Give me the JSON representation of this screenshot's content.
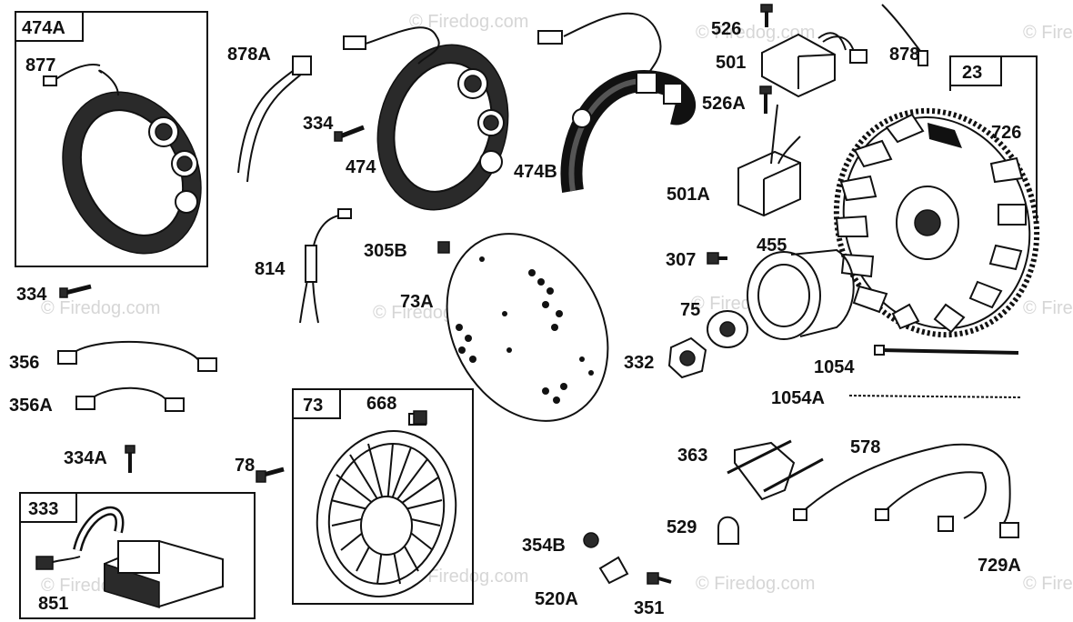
{
  "watermark": "© Firedog.com",
  "boxes": {
    "box_474A": "474A",
    "box_23": "23",
    "box_73": "73",
    "box_333": "333"
  },
  "labels": {
    "p877": "877",
    "p878A": "878A",
    "p334a": "334",
    "p474": "474",
    "p474B": "474B",
    "p526": "526",
    "p501": "501",
    "p878": "878",
    "p526A": "526A",
    "p726": "726",
    "p501A": "501A",
    "p814": "814",
    "p305B": "305B",
    "p307": "307",
    "p455": "455",
    "p334b": "334",
    "p73A": "73A",
    "p75": "75",
    "p332": "332",
    "p1054": "1054",
    "p356": "356",
    "p356A": "356A",
    "p1054A": "1054A",
    "p668": "668",
    "p334A": "334A",
    "p363": "363",
    "p578": "578",
    "p78": "78",
    "p529": "529",
    "p354B": "354B",
    "p729A": "729A",
    "p851": "851",
    "p520A": "520A",
    "p351": "351"
  }
}
